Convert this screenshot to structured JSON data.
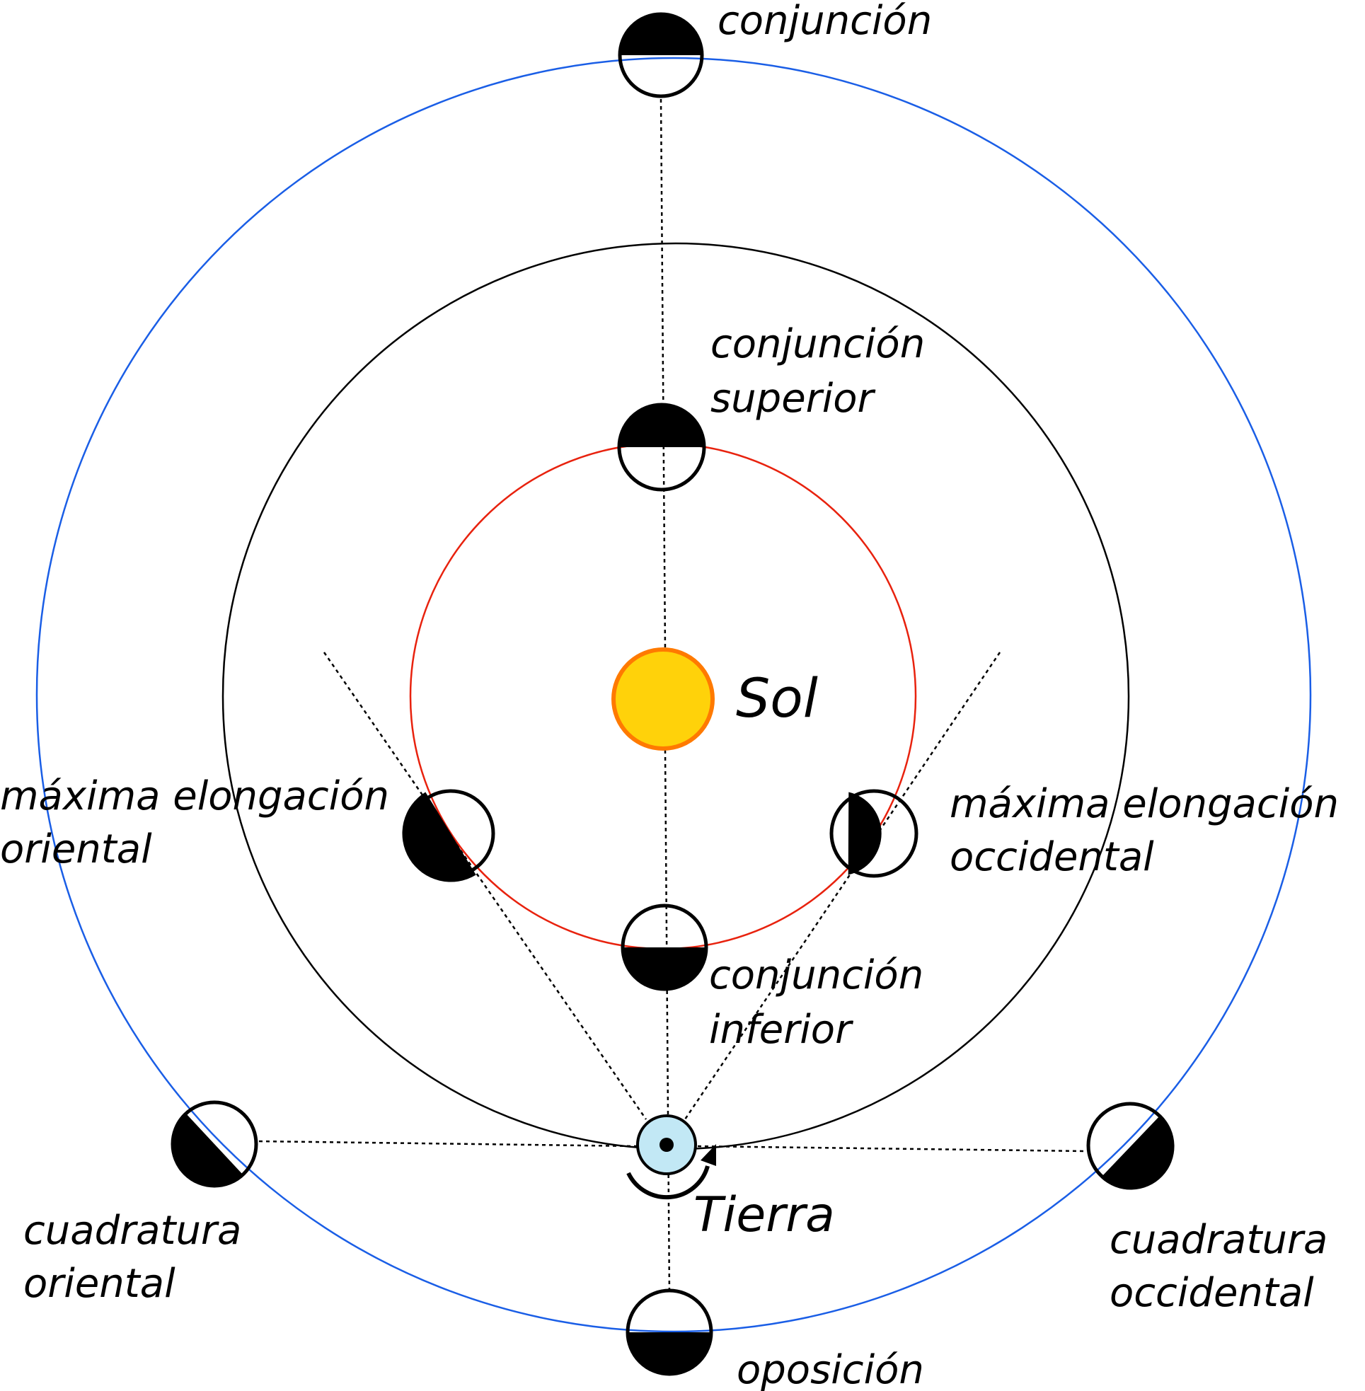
{
  "labels": {
    "conjuncion": "conjunción",
    "conjuncion_superior": [
      "conjunción",
      "superior"
    ],
    "conjuncion_inferior": [
      "conjunción",
      "inferior"
    ],
    "sol": "Sol",
    "tierra": "Tierra",
    "max_elong_oriental": [
      "máxima elongación",
      "oriental"
    ],
    "max_elong_occidental": [
      "máxima elongación",
      "occidental"
    ],
    "cuadratura_oriental": [
      "cuadratura",
      "oriental"
    ],
    "cuadratura_occidental": [
      "cuadratura",
      "occidental"
    ],
    "oposicion": "oposición"
  },
  "colors": {
    "inner_orbit": "#e8220e",
    "earth_orbit": "#000000",
    "outer_orbit": "#1a5ee6",
    "sun_fill": "#ffd20a",
    "sun_stroke": "#ff7a00",
    "earth_fill": "#c2e8f5",
    "planet_dark": "#000000",
    "planet_light": "#ffffff"
  }
}
